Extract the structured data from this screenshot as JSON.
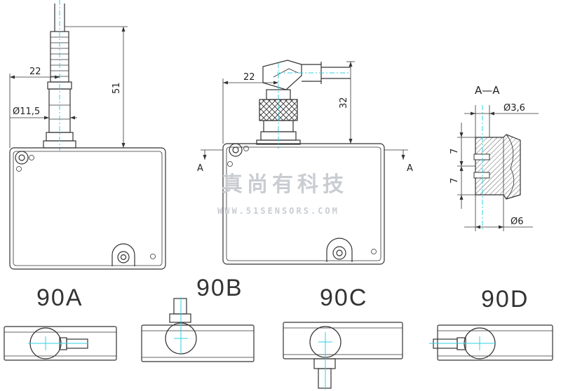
{
  "dimensions": {
    "v1_width": "22",
    "v1_height": "51",
    "v1_diameter": "Ø11,5",
    "v2_width": "22",
    "v2_height": "32",
    "section_marker": "A",
    "section_title": "A—A",
    "section_hole_dia": "Ø3,6",
    "section_pitch_1": "7",
    "section_pitch_2": "7",
    "section_bottom_dia": "Ø6"
  },
  "models": [
    "90A",
    "90B",
    "90C",
    "90D"
  ],
  "watermark": {
    "text": "真尚有科技",
    "url": "WWW.51SENSORS.COM"
  },
  "colors": {
    "line": "#333333",
    "centerline": "#2fd0e0",
    "watermark": "#c9cdd2"
  }
}
